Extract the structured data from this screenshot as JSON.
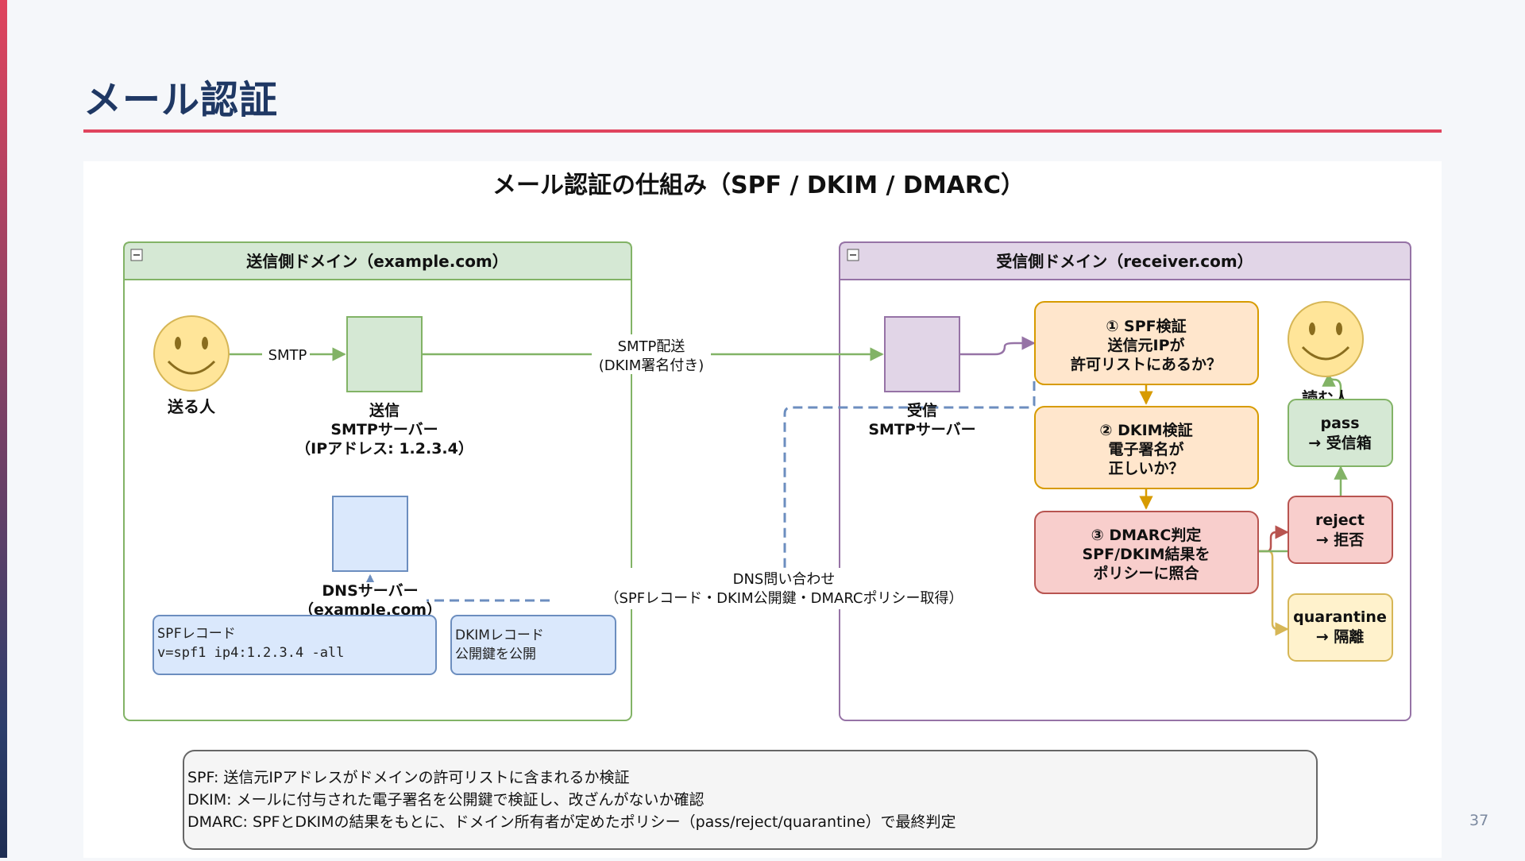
{
  "slide": {
    "title": "メール認証",
    "page_number": "37"
  },
  "diagram": {
    "title": "メール認証の仕組み（SPF / DKIM / DMARC）",
    "sender_domain": {
      "label": "送信側ドメイン（example.com）",
      "sender_person": "送る人",
      "smtp_edge": "SMTP",
      "smtp_server": [
        "送信",
        "SMTPサーバー",
        "（IPアドレス: 1.2.3.4）"
      ],
      "dns_server": [
        "DNSサーバー",
        "（example.com）"
      ],
      "spf_record": [
        "SPFレコード",
        "v=spf1 ip4:1.2.3.4 -all"
      ],
      "dkim_record": [
        "DKIMレコード",
        "公開鍵を公開"
      ]
    },
    "delivery_edge": [
      "SMTP配送",
      "(DKIM署名付き)"
    ],
    "dns_query_edge": [
      "DNS問い合わせ",
      "（SPFレコード・DKIM公開鍵・DMARCポリシー取得）"
    ],
    "receiver_domain": {
      "label": "受信側ドメイン（receiver.com）",
      "smtp_server": [
        "受信",
        "SMTPサーバー"
      ],
      "spf_check": [
        "① SPF検証",
        "送信元IPが",
        "許可リストにあるか？"
      ],
      "dkim_check": [
        "② DKIM検証",
        "電子署名が",
        "正しいか？"
      ],
      "dmarc_check": [
        "③ DMARC判定",
        "SPF/DKIM結果を",
        "ポリシーに照合"
      ],
      "reader_person": "読む人",
      "outcome_pass": [
        "pass",
        "→ 受信箱"
      ],
      "outcome_reject": [
        "reject",
        "→ 拒否"
      ],
      "outcome_quarantine": [
        "quarantine",
        "→ 隔離"
      ]
    },
    "legend": [
      "SPF: 送信元IPアドレスがドメインの許可リストに含まれるか検証",
      "DKIM: メールに付与された電子署名を公開鍵で検証し、改ざんがないか確認",
      "DMARC: SPFとDKIMの結果をもとに、ドメイン所有者が定めたポリシー（pass/reject/quarantine）で最終判定"
    ],
    "colors": {
      "sender_fill": "#d5e8d4",
      "sender_stroke": "#82b366",
      "receiver_fill": "#e1d5e7",
      "receiver_stroke": "#9673a6",
      "dns_fill": "#dae8fc",
      "dns_stroke": "#6c8ebf",
      "check_fill": "#ffe6cc",
      "check_stroke": "#d79b00",
      "dmarc_fill": "#f8cecc",
      "dmarc_stroke": "#b85450",
      "quarantine_fill": "#fff2cc",
      "quarantine_stroke": "#d6b656"
    }
  }
}
